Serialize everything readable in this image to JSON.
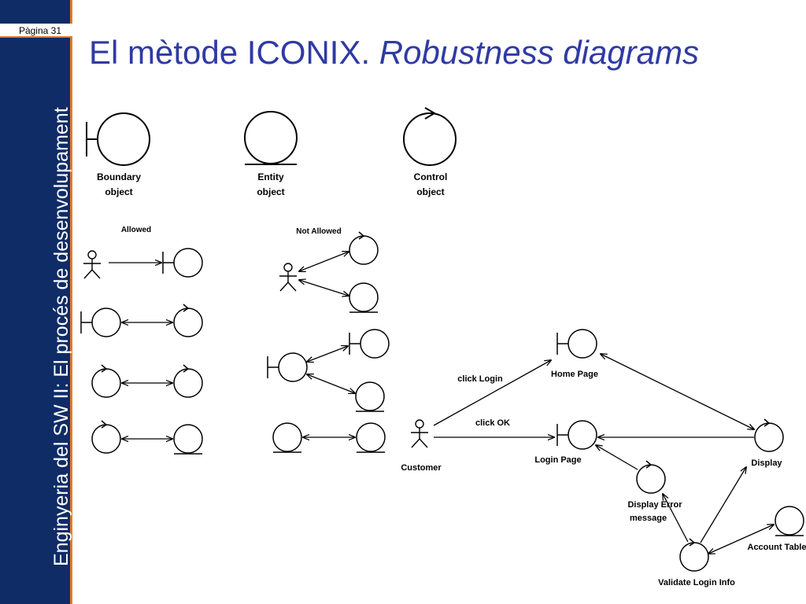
{
  "page": {
    "label": "Pàgina 31"
  },
  "sidebar": {
    "text": "Enginyeria del SW II: El procés de desenvolupament"
  },
  "title": {
    "plain": "El mètode ICONIX. ",
    "italic": "Robustness diagrams"
  },
  "colors": {
    "sidebar_bg": "#0f2c66",
    "accent": "#e07a2a",
    "title": "#2f3aa5"
  },
  "legend": {
    "boundary": {
      "line1": "Boundary",
      "line2": "object"
    },
    "entity": {
      "line1": "Entity",
      "line2": "object"
    },
    "control": {
      "line1": "Control",
      "line2": "object"
    }
  },
  "rules": {
    "allowed": "Allowed",
    "not_allowed": "Not Allowed"
  },
  "example": {
    "actor": "Customer",
    "home_page": "Home Page",
    "login_page": "Login Page",
    "display": "Display",
    "display_error_line1": "Display Error",
    "display_error_line2": "message",
    "account_table": "Account Table",
    "validate": "Validate Login Info",
    "click_login": "click Login",
    "click_ok": "click OK"
  }
}
